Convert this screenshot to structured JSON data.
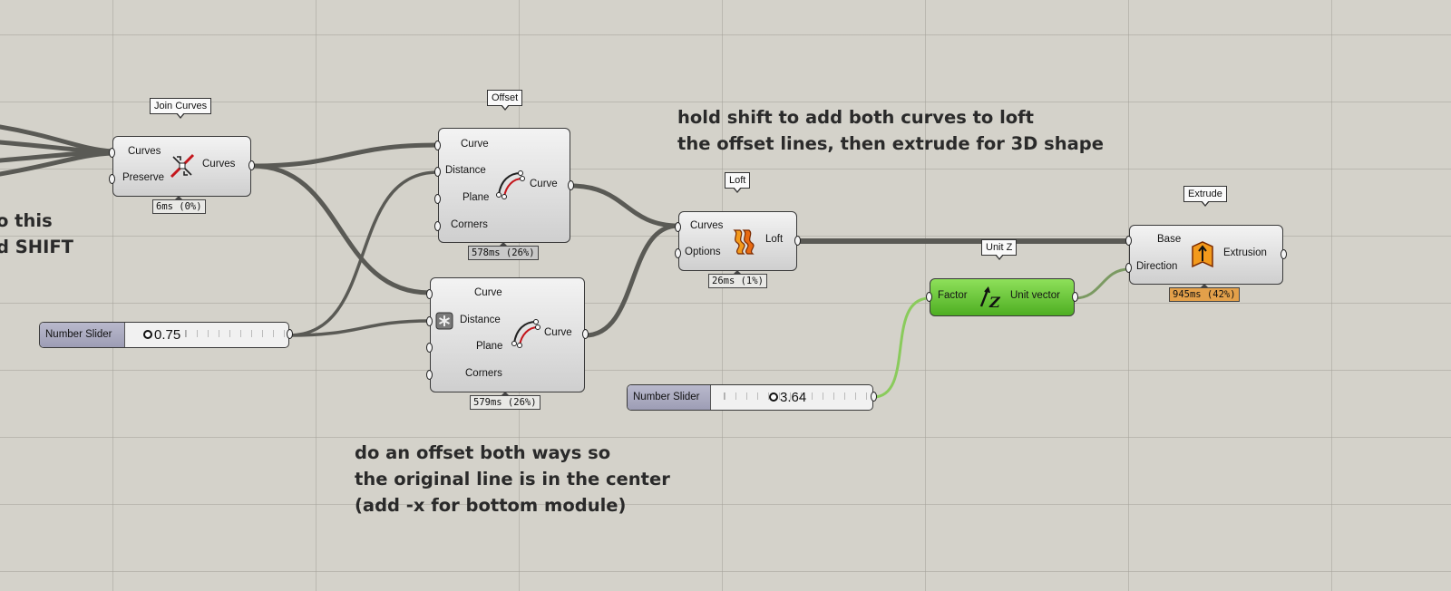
{
  "notes": {
    "left": [
      "o this",
      "d SHIFT"
    ],
    "loft": [
      "hold shift to add both curves to loft",
      "the offset lines, then extrude for 3D shape"
    ],
    "offset": [
      "do an offset both ways so",
      "the original line is in the center",
      "(add -x for bottom module)"
    ]
  },
  "components": {
    "join_curves": {
      "tag": "Join Curves",
      "inputs": [
        "Curves",
        "Preserve"
      ],
      "output": "Curves",
      "time": "6ms (0%)"
    },
    "offset_top": {
      "tag": "Offset",
      "inputs": [
        "Curve",
        "Distance",
        "Plane",
        "Corners"
      ],
      "output": "Curve",
      "time": "578ms (26%)"
    },
    "offset_bottom": {
      "inputs": [
        "Curve",
        "Distance",
        "Plane",
        "Corners"
      ],
      "output": "Curve",
      "time": "579ms (26%)"
    },
    "loft": {
      "tag": "Loft",
      "inputs": [
        "Curves",
        "Options"
      ],
      "output": "Loft",
      "time": "26ms (1%)"
    },
    "unit_z": {
      "tag": "Unit Z",
      "input": "Factor",
      "output": "Unit vector",
      "color": "#5cb92e"
    },
    "extrude": {
      "tag": "Extrude",
      "inputs": [
        "Base",
        "Direction"
      ],
      "output": "Extrusion",
      "time": "945ms (42%)"
    }
  },
  "sliders": [
    {
      "label": "Number Slider",
      "value": "0.75",
      "fraction": 0.0
    },
    {
      "label": "Number Slider",
      "value": "3.64",
      "fraction": 0.36
    }
  ],
  "icons": {
    "join_curves": "join-curves-icon",
    "offset": "offset-curve-icon",
    "loft": "loft-icon",
    "unit_z": "unit-z-icon",
    "extrude": "extrude-icon",
    "negate": "negate-param-icon"
  },
  "colors": {
    "canvas": "#d4d2ca",
    "wire": "#5a5a55",
    "unit_z_body": "#5cb92e",
    "hot_timer": "#e3a04a"
  }
}
